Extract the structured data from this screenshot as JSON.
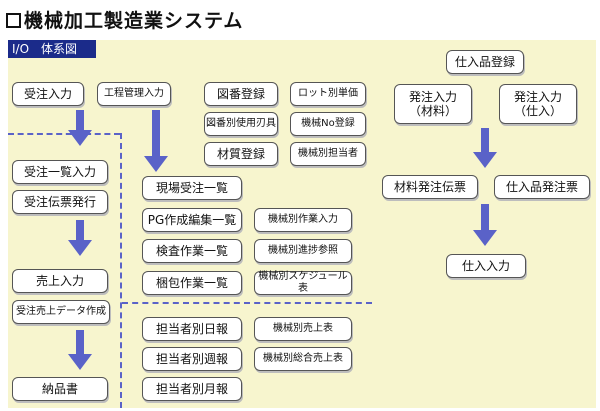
{
  "title": "機械加工製造業システム",
  "panel_label": "I/O　体系図",
  "boxes": {
    "juchu_nyuryoku": "受注入力",
    "kotei_kanri": "工程管理入力",
    "zuban_toroku": "図番登録",
    "lot_tanka": "ロット別単価",
    "zuban_shiyo_jigu": "図番別使用刃具",
    "kikai_no_toroku": "機械No登録",
    "zaishitsu_toroku": "材質登録",
    "kikai_tanto": "機械別担当者",
    "juchu_ichiran": "受注一覧入力",
    "juchu_denpyo": "受注伝票発行",
    "genba_juchu": "現場受注一覧",
    "pg_sakusei": "PG作成編集一覧",
    "kikai_sagyo": "機械別作業入力",
    "kensa_sagyo": "検査作業一覧",
    "kikai_shinchoku": "機械別進捗参照",
    "konpo_sagyo": "梱包作業一覧",
    "kikai_schedule": "機械別スケジュール表",
    "uriage_nyuryoku": "売上入力",
    "juchu_uriage_data": "受注売上データ作成",
    "nohinsho": "納品書",
    "tanto_nippo": "担当者別日報",
    "kikai_uriage": "機械別売上表",
    "tanto_shuho": "担当者別週報",
    "kikai_sogo_uriage": "機械別総合売上表",
    "tanto_geppo": "担当者別月報",
    "shiire_hin_toroku": "仕入品登録",
    "hatchu_zairyo": "発注入力\n（材料）",
    "hatchu_shiire": "発注入力\n（仕入）",
    "zairyo_hatchu_denpyo": "材料発注伝票",
    "shiire_hin_hatchu": "仕入品発注票",
    "shiire_nyuryoku": "仕入入力"
  },
  "colors": {
    "panel_bg": "#f7f5ce",
    "header_bg": "#1b2b8a",
    "arrow": "#5a62c8"
  },
  "icons": {
    "title_marker": "square-outline-icon",
    "flow_arrow": "down-arrow-icon"
  }
}
